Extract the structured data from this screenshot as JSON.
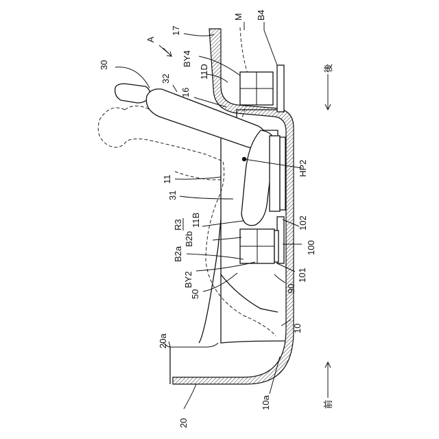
{
  "labels": {
    "A": "A",
    "n17": "17",
    "M": "M",
    "B4": "B4",
    "BY4": "BY4",
    "n11D": "11D",
    "n16": "16",
    "n30": "30",
    "n32": "32",
    "HP2": "HP2",
    "n11": "11",
    "n31": "31",
    "n11B": "11B",
    "R3": "R3",
    "B2b": "B2b",
    "B2a": "B2a",
    "BY2": "BY2",
    "n50": "50",
    "n102": "102",
    "n100": "100",
    "n101": "101",
    "n90": "90",
    "n10": "10",
    "n10a": "10a",
    "n20a": "20a",
    "n20": "20",
    "rear": "後",
    "front": "前"
  }
}
